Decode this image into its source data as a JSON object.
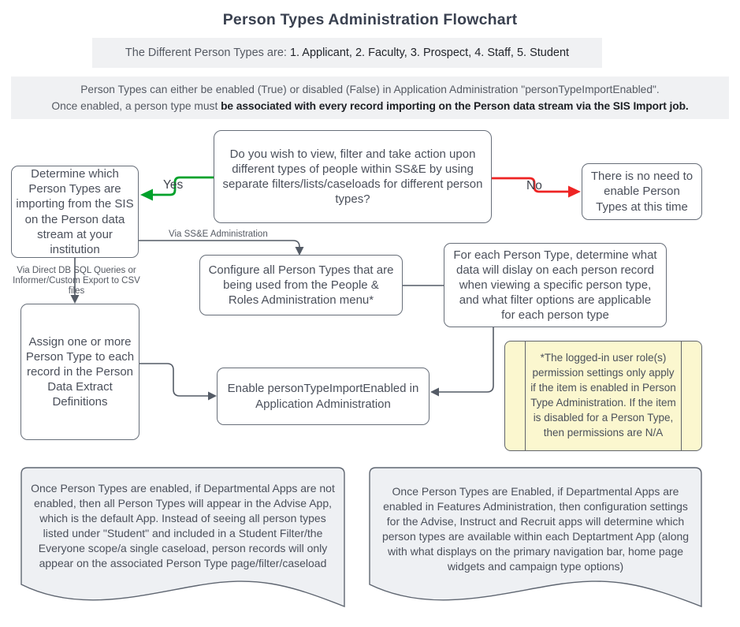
{
  "title": "Person Types Administration Flowchart",
  "banners": {
    "types_lead": "The Different Person Types are: ",
    "types_list": "1. Applicant, 2. Faculty, 3. Prospect, 4. Staff, 5. Student",
    "enable_line1": "Person Types can either be enabled (True) or disabled (False) in Application Administration \"personTypeImportEnabled\".",
    "enable_line2_plain": "Once enabled, a person type must ",
    "enable_line2_strong": "be associated with every record importing on the Person data stream via the SIS Import job."
  },
  "nodes": {
    "decision": "Do you wish to view, filter and take action upon different types of people within SS&E by using separate filters/lists/caseloads for different person types?",
    "determine": "Determine which Person Types are importing from the SIS on the Person data stream at your institution",
    "no_need": "There is no need to enable Person Types at this time",
    "configure": "Configure all Person Types that are being used from the People & Roles Administration menu*",
    "for_each": "For each Person Type, determine what data will dislay on each person record when viewing a specific person type, and what filter options are applicable for each person type",
    "assign": "Assign one or more Person Type to each record in the Person Data Extract Definitions",
    "enable": "Enable personTypeImportEnabled in Application Administration",
    "note": "*The logged-in user role(s) permission settings only apply if the item is enabled in Person Type Administration. If the item is disabled for a Person Type, then permissions are N/A"
  },
  "edges": {
    "yes_label": "Yes",
    "no_label": "No",
    "via_ssne": "Via SS&E Administration",
    "via_db_line1": "Via Direct DB SQL Queries or",
    "via_db_line2": "Informer/Custom Export to CSV files"
  },
  "documents": {
    "left": "Once Person Types are enabled, if Departmental Apps are not enabled, then all Person Types will appear in the Advise App, which is the default App. Instead of seeing all person types listed under \"Student\" and included in a Student Filter/the Everyone scope/a single caseload, person records will only appear on the associated Person Type page/filter/caseload",
    "right": "Once Person Types are Enabled, if Departmental Apps are enabled in Features Administration, then configuration settings for the Advise, Instruct and Recruit apps will determine which person types are available within each Deptartment App (along with what displays on the primary navigation bar, home page widgets and campaign type options)"
  },
  "colors": {
    "yes_green": "#00a12b",
    "no_red": "#ee2424",
    "banner_bg": "#f0f1f3",
    "doc_fill": "#eef0f3",
    "note_fill": "#fbf7cf"
  }
}
